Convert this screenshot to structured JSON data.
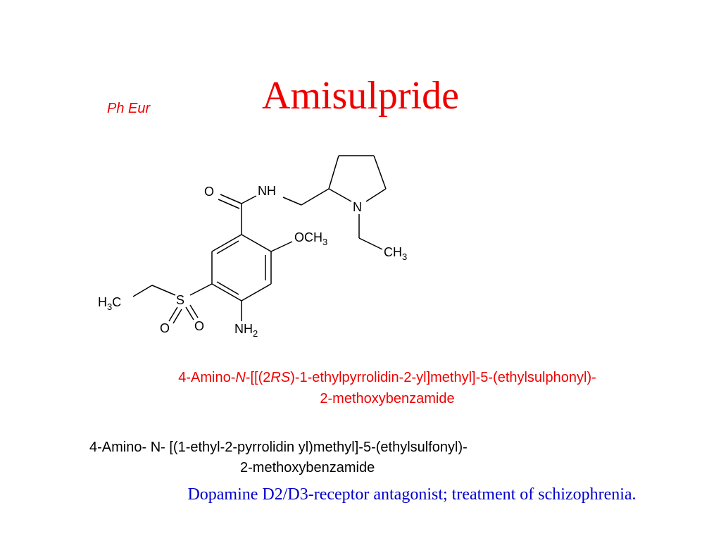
{
  "slide": {
    "title": "Amisulpride",
    "pharmacopoeia": "Ph Eur",
    "iupac_red": {
      "part1": "4-Amino-",
      "part2_italic": "N",
      "part3": "-[[(2",
      "part4_italic": "RS",
      "part5": ")-1-ethylpyrrolidin-2-yl]methyl]-5-(ethylsulphonyl)-",
      "line2": "2-methoxybenzamide"
    },
    "iupac_black": {
      "line1": "4-Amino- N- [(1-ethyl-2-pyrrolidin yl)methyl]-5-(ethylsulfonyl)-",
      "line2": "2-methoxybenzamide"
    },
    "description": "Dopamine D2/D3-receptor antagonist; treatment of schizophrenia."
  },
  "structure": {
    "atoms": {
      "o_carbonyl": "O",
      "nh": "NH",
      "n_ring": "N",
      "och": "OCH",
      "och_sub": "3",
      "ch_ethyl": "CH",
      "ch_ethyl_sub": "3",
      "h3c_h": "H",
      "h3c_sub": "3",
      "h3c_c": "C",
      "s": "S",
      "o_left": "O",
      "o_right": "O",
      "nh2": "NH",
      "nh2_sub": "2"
    }
  },
  "colors": {
    "title": "#ee0000",
    "iupac_red": "#ee0000",
    "description": "#0000cc",
    "structure": "#000000"
  }
}
